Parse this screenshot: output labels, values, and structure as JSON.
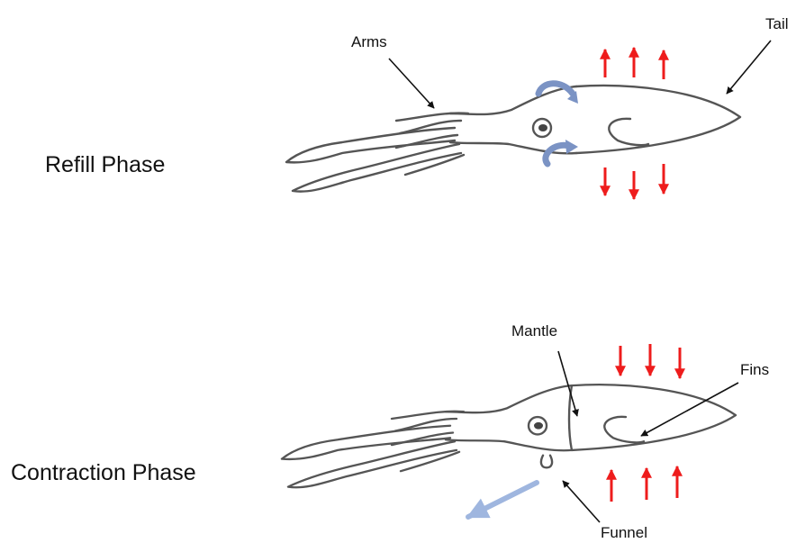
{
  "colors": {
    "outline": "#555555",
    "force_arrow": "#ee1c1c",
    "water_flow": "#7b93c4",
    "jet_flow": "#9fb6df",
    "text": "#111111"
  },
  "refill_phase": {
    "title": "Refill Phase",
    "labels": {
      "arms": "Arms",
      "tail": "Tail"
    }
  },
  "contraction_phase": {
    "title": "Contraction Phase",
    "labels": {
      "mantle": "Mantle",
      "fins": "Fins",
      "funnel": "Funnel"
    }
  }
}
